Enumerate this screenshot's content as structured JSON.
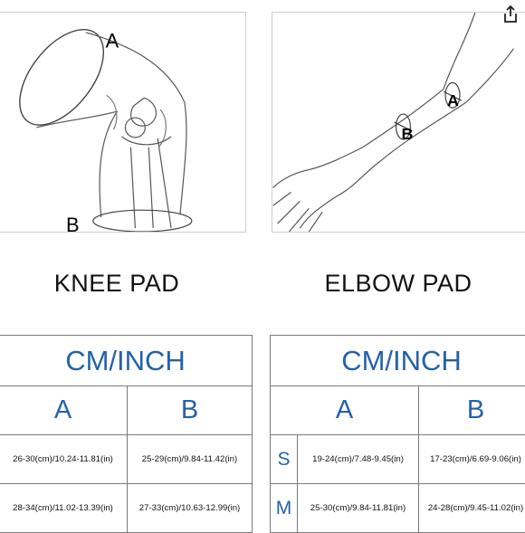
{
  "knee": {
    "label_a": "A",
    "label_b": "B",
    "caption": "KNEE PAD",
    "table": {
      "header": "CM/INCH",
      "col_a": "A",
      "col_b": "B",
      "rows": [
        {
          "a": "26-30(cm)/10.24-11.81(in)",
          "b": "25-29(cm)/9.84-11.42(in)"
        },
        {
          "a": "28-34(cm)/11.02-13.39(in)",
          "b": "27-33(cm)/10.63-12.99(in)"
        }
      ]
    }
  },
  "elbow": {
    "label_a": "A",
    "label_b": "B",
    "caption": "ELBOW PAD",
    "table": {
      "header": "CM/INCH",
      "col_a": "A",
      "col_b": "B",
      "rows": [
        {
          "size": "S",
          "a": "19-24(cm)/7.48-9.45(in)",
          "b": "17-23(cm)/6.69-9.06(in)"
        },
        {
          "size": "M",
          "a": "25-30(cm)/9.84-11.81(in)",
          "b": "24-28(cm)/9.45-11.02(in)"
        }
      ]
    }
  },
  "icons": {
    "share": "share-icon"
  },
  "colors": {
    "table_text": "#2462a8",
    "border": "#7a7a7a"
  }
}
